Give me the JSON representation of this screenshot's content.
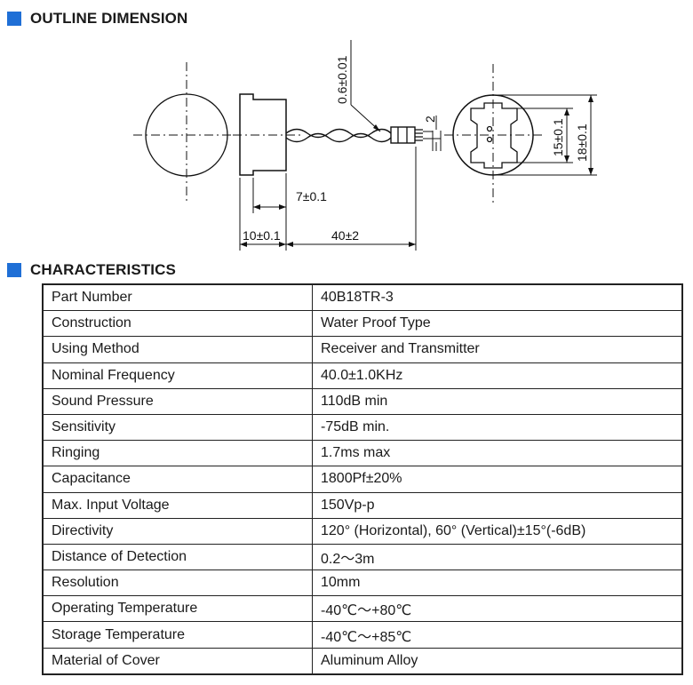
{
  "sections": {
    "outline_title": "OUTLINE DIMENSION",
    "characteristics_title": "CHARACTERISTICS"
  },
  "dimensions": {
    "wire_diameter": "0.6±0.01",
    "connector_pitch": "2",
    "inner_width": "15±0.1",
    "outer_diameter": "18±0.1",
    "cap_depth": "7±0.1",
    "body_length": "10±0.1",
    "wire_length": "40±2"
  },
  "characteristics": [
    {
      "key": "Part Number",
      "value": "40B18TR-3"
    },
    {
      "key": "Construction",
      "value": "Water Proof Type"
    },
    {
      "key": "Using Method",
      "value": "Receiver and Transmitter"
    },
    {
      "key": "Nominal Frequency",
      "value": "40.0±1.0KHz"
    },
    {
      "key": "Sound Pressure",
      "value": "110dB min"
    },
    {
      "key": "Sensitivity",
      "value": "-75dB min."
    },
    {
      "key": "Ringing",
      "value": "1.7ms max"
    },
    {
      "key": "Capacitance",
      "value": "1800Pf±20%"
    },
    {
      "key": "Max. Input Voltage",
      "value": "150Vp-p"
    },
    {
      "key": "Directivity",
      "value": "120° (Horizontal), 60° (Vertical)±15°(-6dB)"
    },
    {
      "key": "Distance of Detection",
      "value": "0.2～3m"
    },
    {
      "key": "Resolution",
      "value": "10mm"
    },
    {
      "key": "Operating Temperature",
      "value": "-40℃～+80℃"
    },
    {
      "key": "Storage Temperature",
      "value": "-40℃～+85℃"
    },
    {
      "key": "Material of Cover",
      "value": "Aluminum Alloy"
    }
  ],
  "colors": {
    "accent": "#1f6fd6"
  }
}
